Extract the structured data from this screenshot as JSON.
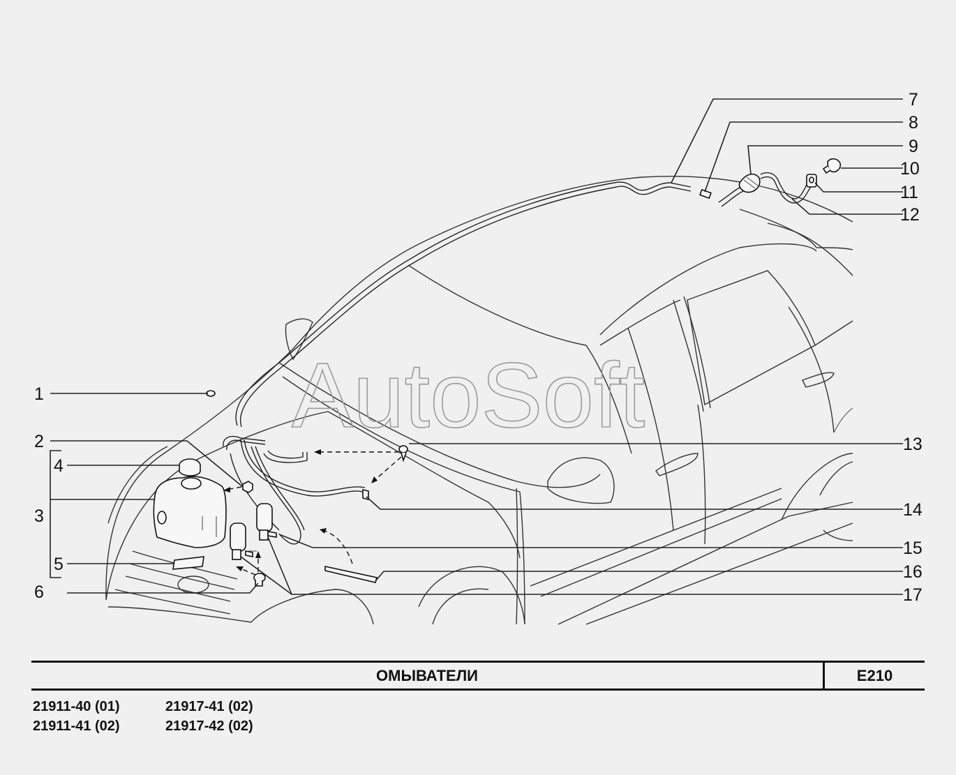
{
  "diagram": {
    "callouts": [
      "1",
      "2",
      "3",
      "4",
      "5",
      "6",
      "7",
      "8",
      "9",
      "10",
      "11",
      "12",
      "13",
      "14",
      "15",
      "16",
      "17"
    ],
    "watermark": "AutoSoft"
  },
  "title_block": {
    "title": "ОМЫВАТЕЛИ",
    "code": "E210"
  },
  "models": [
    "21911-40 (01)",
    "21917-41 (02)",
    "21911-41 (02)",
    "21917-42 (02)"
  ]
}
